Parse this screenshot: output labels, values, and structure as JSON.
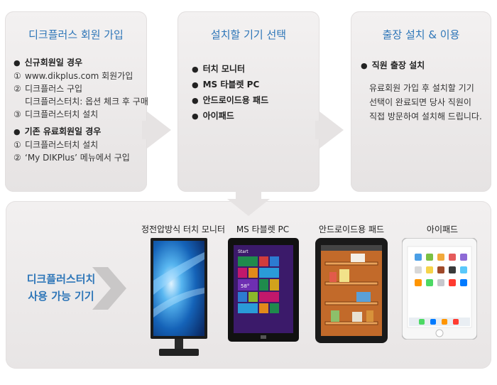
{
  "step1": {
    "title": "디크플러스 회원 가입",
    "new_heading": "신규회원일 경우",
    "new_items": [
      {
        "num": "①",
        "text": "www.dikplus.com 회원가입"
      },
      {
        "num": "②",
        "text": "디크플러스 구입"
      },
      {
        "num": "",
        "text": "디크플러스터치: 옵션 체크 후 구매"
      },
      {
        "num": "③",
        "text": "디크플러스터치 설치"
      }
    ],
    "existing_heading": "기존 유료회원일 경우",
    "existing_items": [
      {
        "num": "①",
        "text": "디크플러스터치 설치"
      },
      {
        "num": "②",
        "text": "‘My DIKPlus’ 메뉴에서 구입"
      }
    ]
  },
  "step2": {
    "title": "설치할  기기 선택",
    "items": [
      "터치 모니터",
      "MS 타블렛 PC",
      "안드로이드용 패드",
      "아이패드"
    ]
  },
  "step3": {
    "title": "출장 설치 & 이용",
    "heading": "직원 출장 설치",
    "description": [
      "유료회원 가입 후 설치할 기기",
      "선택이 완료되면 당사 직원이",
      "직접 방문하여 설치해 드립니다."
    ]
  },
  "devices": {
    "label_line1": "디크플러스터치",
    "label_line2": "사용 가능 기기",
    "items": [
      {
        "name": "정전압방식 터치 모니터",
        "icon": "touch-monitor-icon"
      },
      {
        "name": "MS 타블렛 PC",
        "icon": "windows-tablet-icon"
      },
      {
        "name": "안드로이드용 패드",
        "icon": "android-tablet-icon"
      },
      {
        "name": "아이패드",
        "icon": "ipad-icon"
      }
    ],
    "tablet_start_text": "Start",
    "tablet_temp_text": "58°"
  },
  "colors": {
    "accent_blue": "#2e76b8",
    "panel_gray": "#e6e3e3"
  }
}
